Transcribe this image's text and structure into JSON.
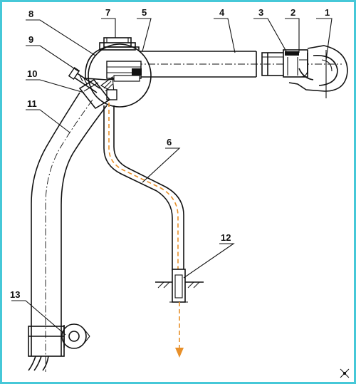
{
  "labels": {
    "l1": "1",
    "l2": "2",
    "l3": "3",
    "l4": "4",
    "l5": "5",
    "l6": "6",
    "l7": "7",
    "l8": "8",
    "l9": "9",
    "l10": "10",
    "l11": "11",
    "l12": "12",
    "l13": "13"
  },
  "colors": {
    "frame": "#46c8d8",
    "flow": "#e8902a",
    "ink": "#111111"
  }
}
